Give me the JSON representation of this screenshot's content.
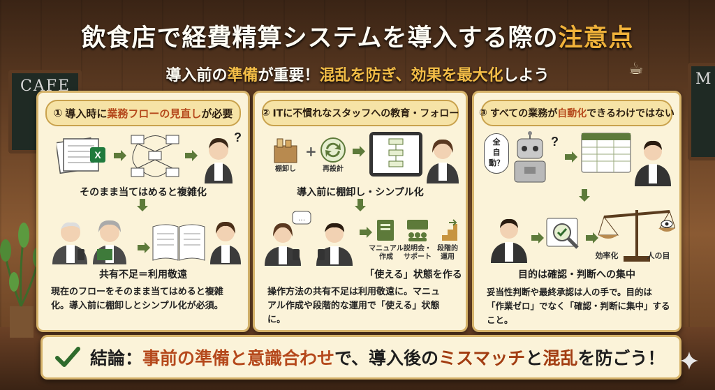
{
  "background": {
    "cafe_sign": "CAFE",
    "right_sign": "M"
  },
  "title": {
    "prefix": "飲食店で経費精算システムを導入する際の",
    "highlight": "注意点"
  },
  "subtitle": {
    "p1": "導入前の",
    "h1": "準備",
    "p2": "が重要！",
    "h2": "混乱を防ぎ、効果を最大化",
    "p3": "しよう"
  },
  "panels": [
    {
      "num": "①",
      "head_pre": "導入時に",
      "head_hl": "業務フローの見直し",
      "head_post": "が必要",
      "caption1": "そのまま当てはめると複雑化",
      "caption2": "共有不足＝利用敬遠",
      "desc_line1": "現在のフローをそのまま当てはめると複雑",
      "desc_line2": "化。導入前に棚卸しとシンプル化が必須。"
    },
    {
      "num": "②",
      "head_pre": "",
      "head_hl": "",
      "head_post": "ITに不慣れなスタッフへの教育・フォロー",
      "label_a": "棚卸し",
      "label_b": "再設計",
      "caption1": "導入前に棚卸し・シンプル化",
      "icon1": "マニュアル作成",
      "icon1_l1": "マニュアル",
      "icon1_l2": "作成",
      "icon2_l1": "説明会・",
      "icon2_l2": "サポート",
      "icon3_l1": "段階的",
      "icon3_l2": "運用",
      "caption2": "「使える」状態を作る",
      "desc_line1": "操作方法の共有不足は利用敬遠に。マニュ",
      "desc_line2": "アル作成や段階的な運用で「使える」状態に。"
    },
    {
      "num": "③",
      "head_pre": "すべての業務が",
      "head_hl": "自動化",
      "head_post": "できるわけではない",
      "bubble": "全自動？",
      "bubble_l1": "全",
      "bubble_l2": "自",
      "bubble_l3": "動？",
      "scale_left": "効率化",
      "scale_right": "人の目",
      "caption2": "目的は確認・判断への集中",
      "desc_line1": "妥当性判断や最終承認は人の手で。目的は",
      "desc_line2": "「作業ゼロ」でなく「確認・判断に集中」すること。"
    }
  ],
  "conclusion": {
    "p1": "結論：",
    "h1": "事前の準備と意識合わせ",
    "p2": "で、導入後の",
    "h2": "ミスマッチ",
    "p3": "と",
    "h3": "混乱",
    "p4": "を防ごう！"
  },
  "colors": {
    "accent": "#f0b23a",
    "highlight_red": "#b5491c",
    "panel_bg": "#fbf3d9",
    "check_green": "#2f6b2c"
  }
}
